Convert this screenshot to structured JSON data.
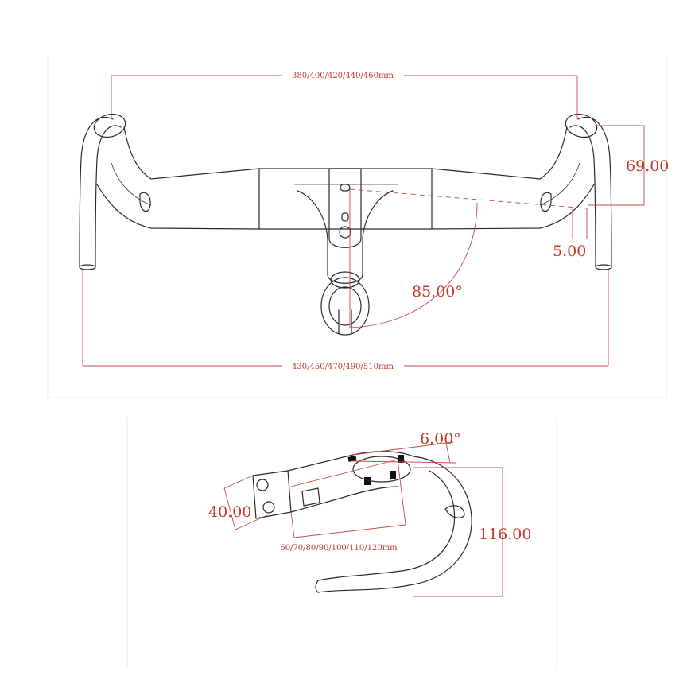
{
  "top_view": {
    "width_top_label": "380/400/420/440/460mm",
    "width_bottom_label": "430/450/470/490/510mm",
    "drop_height_label": "69.00",
    "flare_label": "5.00",
    "stem_angle_label": "85.00°"
  },
  "side_view": {
    "rise_angle_label": "6.00°",
    "clamp_height_label": "40.00",
    "reach_label": "60/70/80/90/100/110/120mm",
    "drop_label": "116.00"
  },
  "colors": {
    "dimension": "#c0392b",
    "outline": "#2a2a2a"
  }
}
